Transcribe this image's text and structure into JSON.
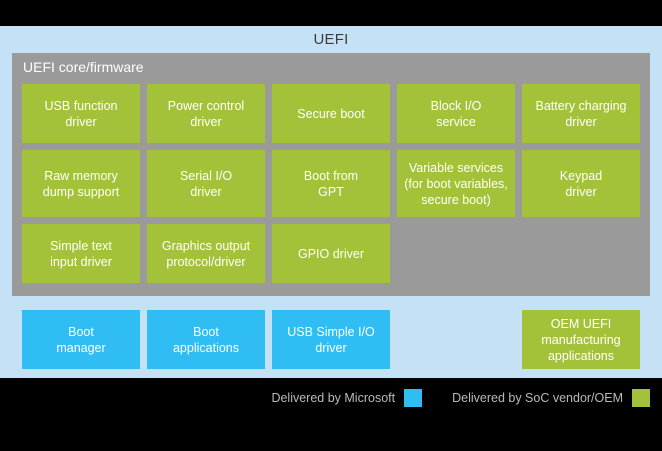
{
  "diagram": {
    "title": "UEFI",
    "core_region": {
      "title": "UEFI core/firmware",
      "rows": [
        [
          {
            "label": "USB function\ndriver",
            "vendor": "green"
          },
          {
            "label": "Power control\ndriver",
            "vendor": "green"
          },
          {
            "label": "Secure boot",
            "vendor": "green"
          },
          {
            "label": "Block I/O\nservice",
            "vendor": "green"
          },
          {
            "label": "Battery charging\ndriver",
            "vendor": "green"
          }
        ],
        [
          {
            "label": "Raw memory\ndump support",
            "vendor": "green"
          },
          {
            "label": "Serial I/O\ndriver",
            "vendor": "green"
          },
          {
            "label": "Boot from\nGPT",
            "vendor": "green"
          },
          {
            "label": "Variable services\n(for boot variables,\nsecure boot)",
            "vendor": "green"
          },
          {
            "label": "Keypad\ndriver",
            "vendor": "green"
          }
        ],
        [
          {
            "label": "Simple text\ninput driver",
            "vendor": "green"
          },
          {
            "label": "Graphics output\nprotocol/driver",
            "vendor": "green"
          },
          {
            "label": "GPIO driver",
            "vendor": "green"
          }
        ]
      ]
    },
    "applications": [
      {
        "label": "Boot\nmanager",
        "vendor": "blue"
      },
      {
        "label": "Boot\napplications",
        "vendor": "blue"
      },
      {
        "label": "USB Simple I/O\ndriver",
        "vendor": "blue"
      },
      {
        "label": "OEM UEFI\nmanufacturing\napplications",
        "vendor": "green"
      }
    ],
    "legend": [
      {
        "label": "Delivered by Microsoft",
        "swatch": "blue"
      },
      {
        "label": "Delivered by SoC vendor/OEM",
        "swatch": "green"
      }
    ],
    "colors": {
      "panel_background": "#c5e1f5",
      "core_background": "#9a9a9a",
      "microsoft": "#2fbdf4",
      "soc_vendor_oem": "#a4c13a",
      "legend_background": "#000000",
      "title_text": "#3c3c3c",
      "cell_text": "#ffffff",
      "legend_text": "#b9b9b9"
    }
  }
}
